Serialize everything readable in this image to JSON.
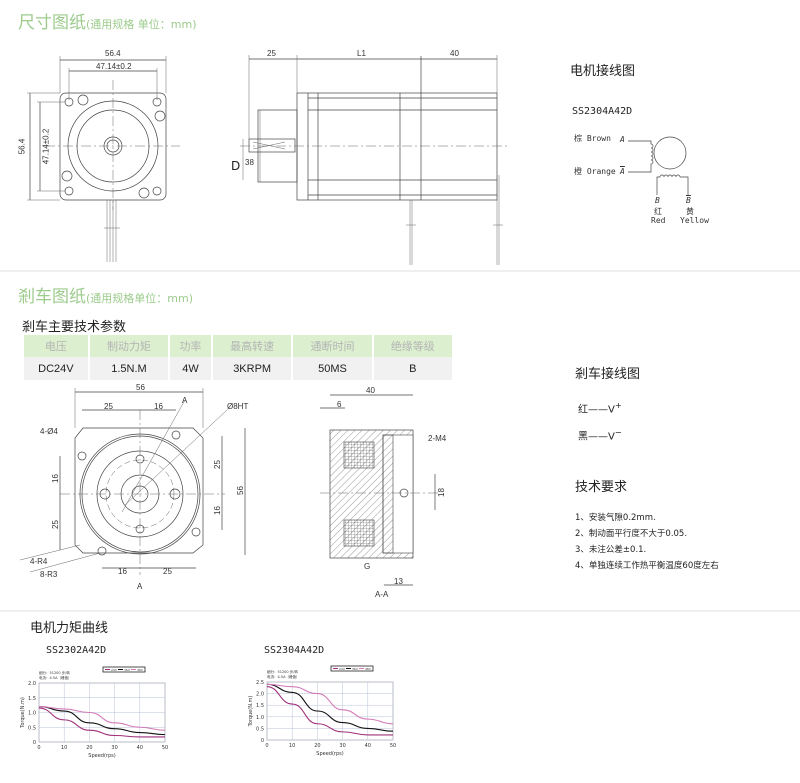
{
  "section1": {
    "title": "尺寸图纸",
    "subtitle": "(通用规格 单位：mm)"
  },
  "front_view": {
    "dim_width": "56.4",
    "dim_hole_w": "47.14±0.2",
    "dim_height": "56.4",
    "dim_hole_h": "47.14±0.2"
  },
  "side_view": {
    "dim_shaft": "25",
    "dim_body": "L1",
    "dim_rear": "40",
    "dim_d": "D",
    "dim_boss": "38"
  },
  "wiring": {
    "title": "电机接线图",
    "model": "SS2304A42D",
    "wire_a": "棕 Brown",
    "wire_a_bar": "橙 Orange",
    "label_a": "A",
    "label_a_bar": "A",
    "label_b": "B",
    "label_b_bar": "B",
    "wire_b_cn": "红",
    "wire_b_en": "Red",
    "wire_b_bar_cn": "黄",
    "wire_b_bar_en": "Yellow"
  },
  "section2": {
    "title": "剎车图纸",
    "subtitle": "(通用规格单位：mm)"
  },
  "brake_params": {
    "title": "剎车主要技术参数",
    "headers": [
      "电压",
      "制动力矩",
      "功率",
      "最高转速",
      "通断时间",
      "绝缘等级"
    ],
    "values": [
      "DC24V",
      "1.5N.M",
      "4W",
      "3KRPM",
      "50MS",
      "B"
    ]
  },
  "brake_front": {
    "dim_56_top": "56",
    "dim_25_top": "25",
    "dim_16_top": "16",
    "label_a_top": "A",
    "label_bore": "Ø8HT",
    "label_holes": "4-Ø4",
    "dim_16_left": "16",
    "dim_25_left": "25",
    "dim_25_right": "25",
    "dim_16_right": "16",
    "dim_56_right": "56",
    "label_r4": "4-R4",
    "label_r3": "8-R3",
    "dim_16_bottom": "16",
    "dim_25_bottom": "25",
    "label_a_bottom": "A"
  },
  "brake_section": {
    "dim_40": "40",
    "dim_6": "6",
    "label_m4": "2-M4",
    "dim_18": "18",
    "dim_gap": "G",
    "dim_13": "13",
    "label": "A-A"
  },
  "brake_wiring": {
    "title": "剎车接线图",
    "lines": [
      {
        "color": "红",
        "wire": "——V",
        "sign": "+"
      },
      {
        "color": "黑",
        "wire": "——V",
        "sign": "−"
      }
    ]
  },
  "tech_req": {
    "title": "技术要求",
    "items": [
      "1、安装气隙0.2mm.",
      "2、制动面平行度不大于0.05.",
      "3、未注公差±0.1.",
      "4、单独连续工作热平衡温度60度左右"
    ]
  },
  "section3": {
    "title": "电机力矩曲线"
  },
  "chart_data": [
    {
      "type": "line",
      "title": "SS2302A42D",
      "note1": "细分：51200 步/转",
      "note2": "电流：4.5A（峰值）",
      "xlabel": "Speed(rps)",
      "ylabel": "Torque(N.m)",
      "xlim": [
        0,
        50
      ],
      "ylim": [
        0,
        2.0
      ],
      "xticks": [
        "0",
        "10",
        "20",
        "30",
        "40",
        "50"
      ],
      "yticks": [
        "0",
        "0.5",
        "1.0",
        "1.5",
        "2.0"
      ],
      "legend": [
        "24V",
        "36V",
        "48V"
      ],
      "legend_position": "top",
      "x": [
        0,
        10,
        20,
        30,
        40,
        50
      ],
      "series": [
        {
          "name": "24V",
          "color": "#a0307a",
          "values": [
            1.15,
            0.75,
            0.4,
            0.22,
            0.17,
            0.17
          ]
        },
        {
          "name": "36V",
          "color": "#111111",
          "values": [
            1.2,
            1.05,
            0.65,
            0.45,
            0.32,
            0.25
          ]
        },
        {
          "name": "48V",
          "color": "#d27ab8",
          "values": [
            1.2,
            1.12,
            1.0,
            0.65,
            0.5,
            0.4
          ]
        }
      ]
    },
    {
      "type": "line",
      "title": "SS2304A42D",
      "note1": "细分：51200 步/转",
      "note2": "电流：4.5A（峰值）",
      "xlabel": "Speed(rps)",
      "ylabel": "Torque(N.m)",
      "xlim": [
        0,
        50
      ],
      "ylim": [
        0,
        2.5
      ],
      "xticks": [
        "0",
        "10",
        "20",
        "30",
        "40",
        "50"
      ],
      "yticks": [
        "0",
        "0.5",
        "1.0",
        "1.5",
        "2.0",
        "2.5"
      ],
      "legend": [
        "24V",
        "36V",
        "48V"
      ],
      "legend_position": "top",
      "x": [
        0,
        10,
        20,
        30,
        40,
        50
      ],
      "series": [
        {
          "name": "24V",
          "color": "#a0307a",
          "values": [
            2.3,
            1.55,
            0.7,
            0.35,
            0.22,
            0.22
          ]
        },
        {
          "name": "36V",
          "color": "#111111",
          "values": [
            2.4,
            2.05,
            1.25,
            0.75,
            0.5,
            0.38
          ]
        },
        {
          "name": "48V",
          "color": "#d27ab8",
          "values": [
            2.4,
            2.3,
            2.0,
            1.3,
            0.9,
            0.7
          ]
        }
      ]
    }
  ]
}
